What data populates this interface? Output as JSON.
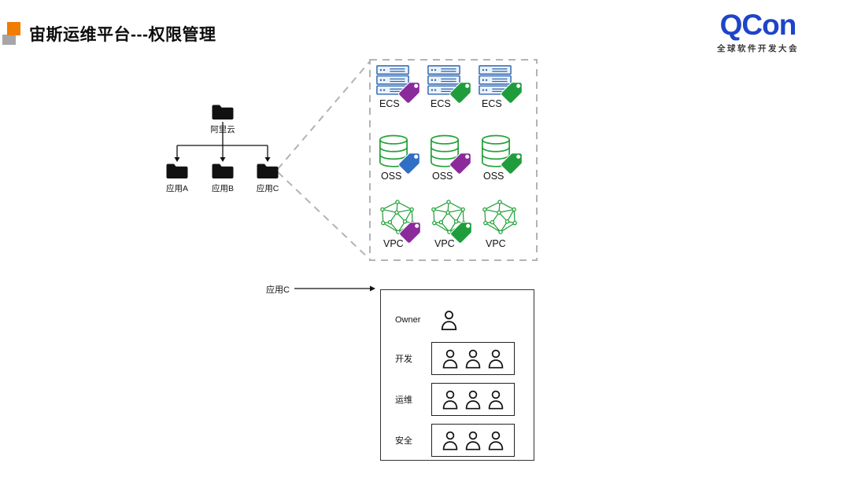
{
  "header": {
    "title": "宙斯运维平台---权限管理",
    "accent_colors": {
      "orange": "#f07c00",
      "gray": "#a6a6a6"
    }
  },
  "logo": {
    "name": "QCon",
    "subtitle": "全球软件开发大会",
    "color": "#1e44c8"
  },
  "tree": {
    "root": {
      "label": "阿里云"
    },
    "children": [
      {
        "label": "应用A"
      },
      {
        "label": "应用B"
      },
      {
        "label": "应用C"
      }
    ]
  },
  "resources": {
    "tag_colors": {
      "purple": "#8a2a9b",
      "green": "#1f9d3c",
      "blue": "#2f6fc4"
    },
    "icon_colors": {
      "server": "#2e66b0",
      "database": "#23a23a",
      "network": "#23a23a"
    },
    "rows": [
      {
        "type": "ECS",
        "items": [
          {
            "label": "ECS",
            "tag": "purple"
          },
          {
            "label": "ECS",
            "tag": "green"
          },
          {
            "label": "ECS",
            "tag": "green"
          }
        ]
      },
      {
        "type": "OSS",
        "items": [
          {
            "label": "OSS",
            "tag": "blue"
          },
          {
            "label": "OSS",
            "tag": "purple"
          },
          {
            "label": "OSS",
            "tag": "green"
          }
        ]
      },
      {
        "type": "VPC",
        "items": [
          {
            "label": "VPC",
            "tag": "purple"
          },
          {
            "label": "VPC",
            "tag": "green"
          },
          {
            "label": "VPC",
            "tag": "none"
          }
        ]
      }
    ]
  },
  "permissions": {
    "pointer_label": "应用C",
    "groups": [
      {
        "label": "Owner",
        "members": 1
      },
      {
        "label": "开发",
        "members": 3
      },
      {
        "label": "运维",
        "members": 3
      },
      {
        "label": "安全",
        "members": 3
      }
    ]
  }
}
